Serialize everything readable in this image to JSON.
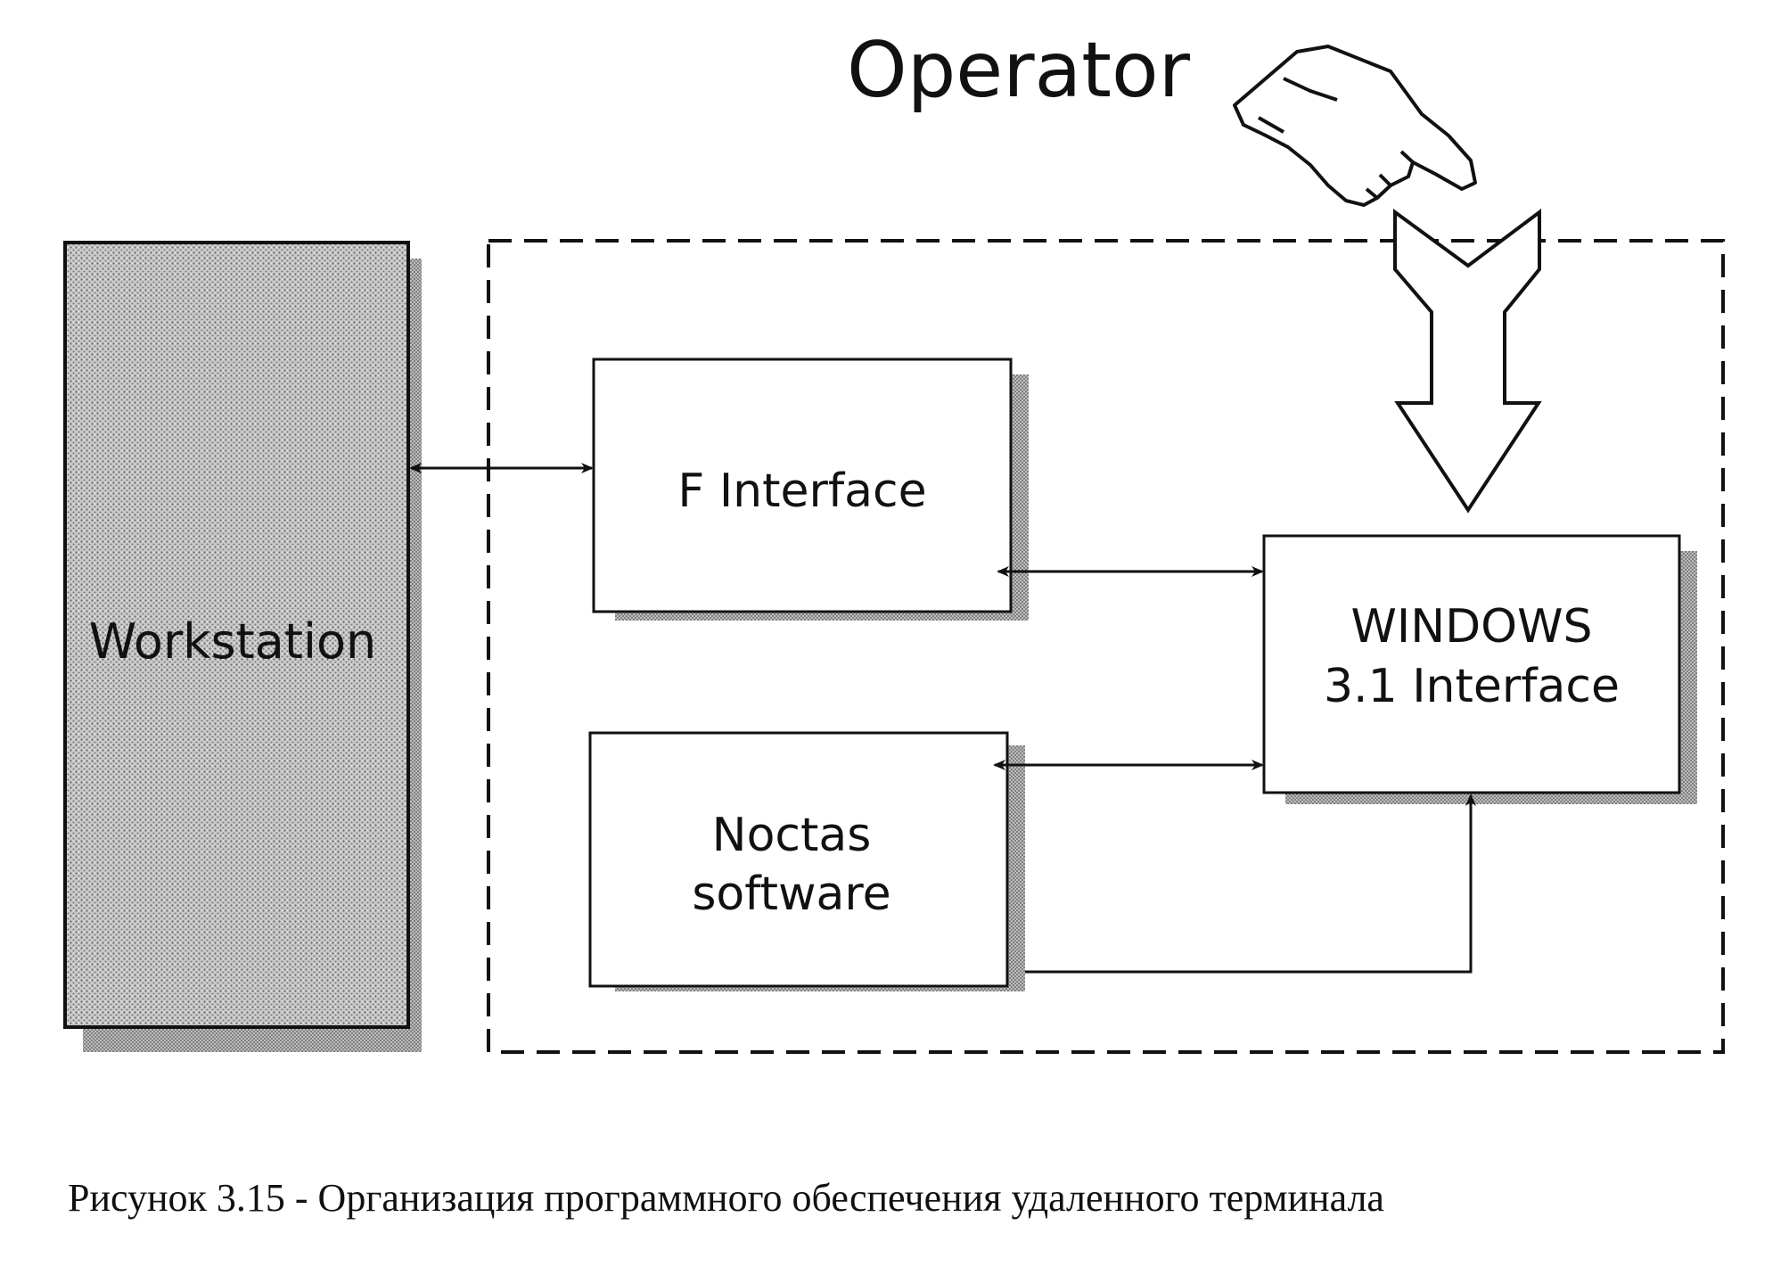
{
  "operator": {
    "label": "Operator",
    "icon": "pointing-hand-icon"
  },
  "workstation": {
    "label": "Workstation"
  },
  "f_interface": {
    "label": "F Interface"
  },
  "noctas": {
    "line1": "Noctas",
    "line2": "software"
  },
  "windows": {
    "line1": "WINDOWS",
    "line2": "3.1 Interface"
  },
  "caption": "Рисунок 3.15 - Организация программного обеспечения удаленного терминала",
  "colors": {
    "ink": "#111111",
    "shade": "#8a8a8a",
    "stipple": "#b5b5b5",
    "background": "#ffffff"
  }
}
